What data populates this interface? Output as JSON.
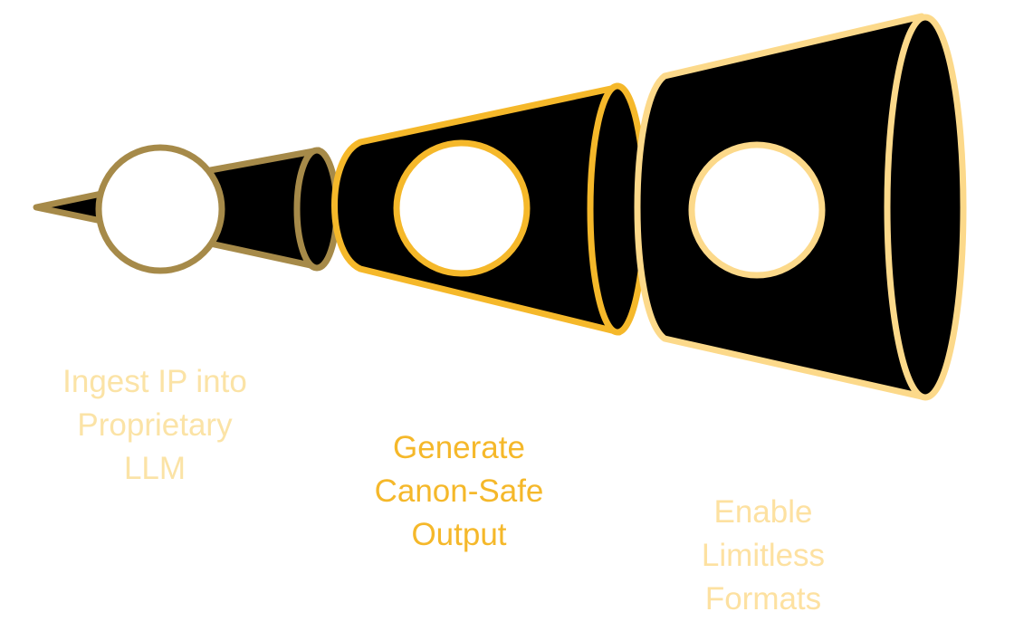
{
  "stages": [
    {
      "lines": [
        "Ingest IP into",
        "Proprietary",
        "LLM"
      ],
      "stroke_color": "#a68a49",
      "text_color": "#fbe3a6"
    },
    {
      "lines": [
        "Generate",
        "Canon-Safe",
        "Output"
      ],
      "stroke_color": "#f5b82a",
      "text_color": "#f5b82a"
    },
    {
      "lines": [
        "Enable",
        "Limitless",
        "Formats"
      ],
      "stroke_color": "#fcd98a",
      "text_color": "#fde1a1"
    }
  ],
  "fill_color": "#000000",
  "hole_color": "#ffffff"
}
